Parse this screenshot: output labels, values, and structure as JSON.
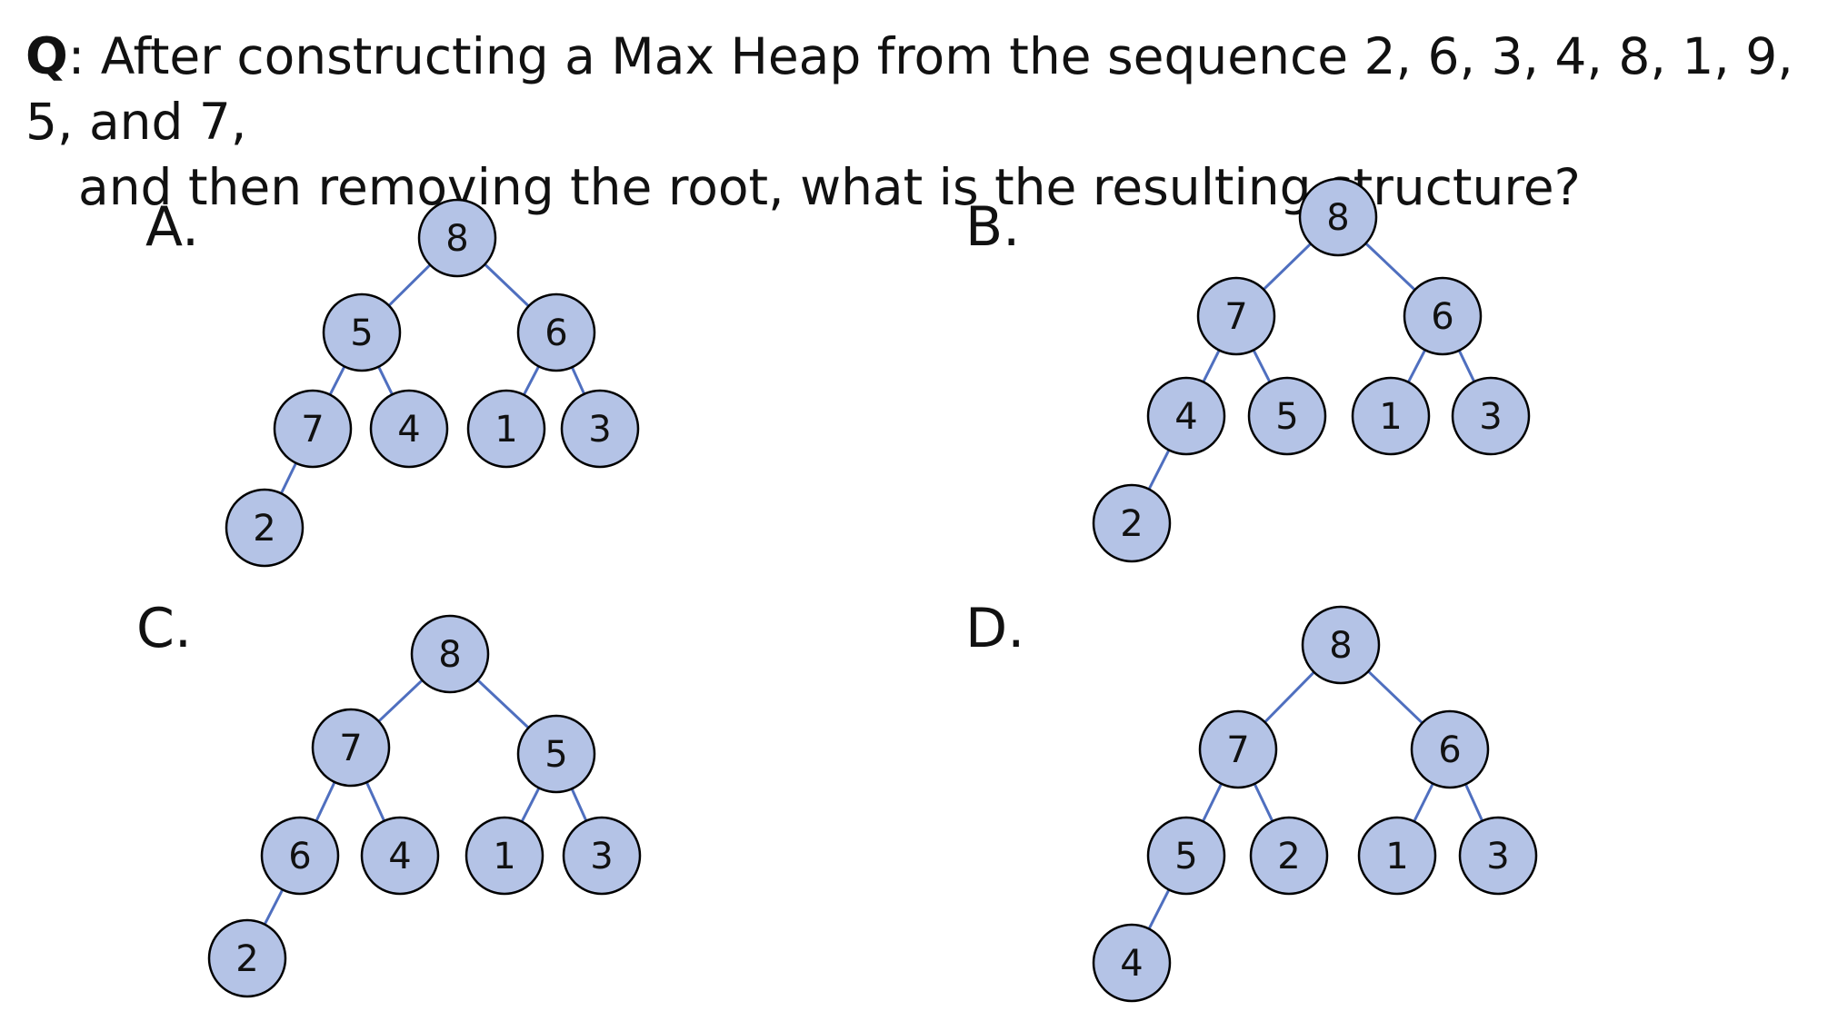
{
  "question": {
    "prefix": "Q",
    "line1": ": After constructing a Max Heap from the sequence 2, 6, 3, 4, 8, 1, 9, 5, and 7,",
    "line2": "and then removing the root, what is the resulting structure?"
  },
  "options": [
    {
      "label": "A.",
      "nodes": [
        {
          "id": "r",
          "value": "8"
        },
        {
          "id": "l",
          "value": "5"
        },
        {
          "id": "r2",
          "value": "6"
        },
        {
          "id": "ll",
          "value": "7"
        },
        {
          "id": "lr",
          "value": "4"
        },
        {
          "id": "rl",
          "value": "1"
        },
        {
          "id": "rr",
          "value": "3"
        },
        {
          "id": "lll",
          "value": "2"
        }
      ],
      "edges": [
        [
          "r",
          "l"
        ],
        [
          "r",
          "r2"
        ],
        [
          "l",
          "ll"
        ],
        [
          "l",
          "lr"
        ],
        [
          "r2",
          "rl"
        ],
        [
          "r2",
          "rr"
        ],
        [
          "ll",
          "lll"
        ]
      ]
    },
    {
      "label": "B.",
      "nodes": [
        {
          "id": "r",
          "value": "8"
        },
        {
          "id": "l",
          "value": "7"
        },
        {
          "id": "r2",
          "value": "6"
        },
        {
          "id": "ll",
          "value": "4"
        },
        {
          "id": "lr",
          "value": "5"
        },
        {
          "id": "rl",
          "value": "1"
        },
        {
          "id": "rr",
          "value": "3"
        },
        {
          "id": "lll",
          "value": "2"
        }
      ],
      "edges": [
        [
          "r",
          "l"
        ],
        [
          "r",
          "r2"
        ],
        [
          "l",
          "ll"
        ],
        [
          "l",
          "lr"
        ],
        [
          "r2",
          "rl"
        ],
        [
          "r2",
          "rr"
        ],
        [
          "ll",
          "lll"
        ]
      ]
    },
    {
      "label": "C.",
      "nodes": [
        {
          "id": "r",
          "value": "8"
        },
        {
          "id": "l",
          "value": "7"
        },
        {
          "id": "r2",
          "value": "5"
        },
        {
          "id": "ll",
          "value": "6"
        },
        {
          "id": "lr",
          "value": "4"
        },
        {
          "id": "rl",
          "value": "1"
        },
        {
          "id": "rr",
          "value": "3"
        },
        {
          "id": "lll",
          "value": "2"
        }
      ],
      "edges": [
        [
          "r",
          "l"
        ],
        [
          "r",
          "r2"
        ],
        [
          "l",
          "ll"
        ],
        [
          "l",
          "lr"
        ],
        [
          "r2",
          "rl"
        ],
        [
          "r2",
          "rr"
        ],
        [
          "ll",
          "lll"
        ]
      ]
    },
    {
      "label": "D.",
      "nodes": [
        {
          "id": "r",
          "value": "8"
        },
        {
          "id": "l",
          "value": "7"
        },
        {
          "id": "r2",
          "value": "6"
        },
        {
          "id": "ll",
          "value": "5"
        },
        {
          "id": "lr",
          "value": "2"
        },
        {
          "id": "rl",
          "value": "1"
        },
        {
          "id": "rr",
          "value": "3"
        },
        {
          "id": "lll",
          "value": "4"
        }
      ],
      "edges": [
        [
          "r",
          "l"
        ],
        [
          "r",
          "r2"
        ],
        [
          "l",
          "ll"
        ],
        [
          "l",
          "lr"
        ],
        [
          "r2",
          "rl"
        ],
        [
          "r2",
          "rr"
        ],
        [
          "ll",
          "lll"
        ]
      ]
    }
  ]
}
